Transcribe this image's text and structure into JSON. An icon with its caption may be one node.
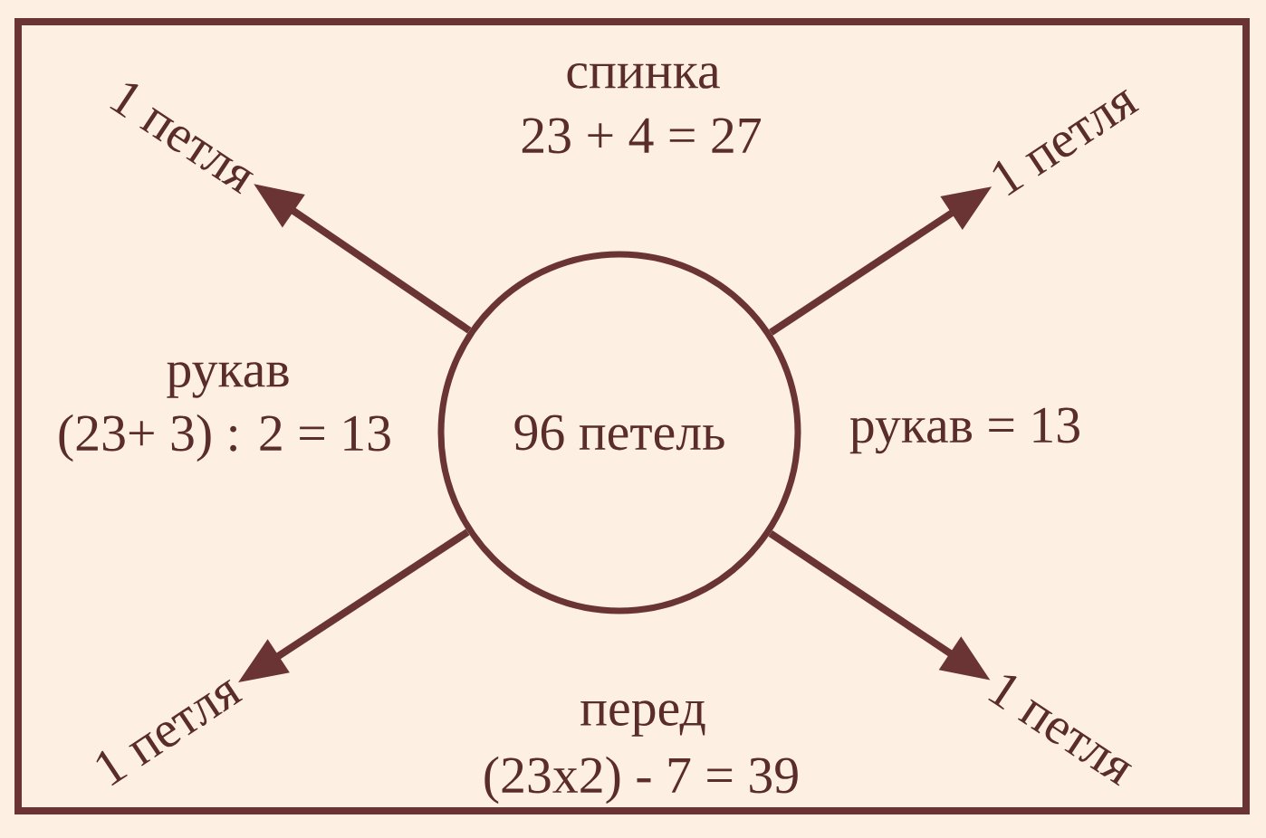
{
  "diagram": {
    "nodes": [
      {
        "text": [
          "1 петля"
        ]
      },
      {
        "text": [
          "1 петля"
        ]
      },
      {
        "text": [
          "96 петель"
        ]
      },
      {
        "text": [
          "1 петля"
        ]
      },
      {
        "text": [
          "1 петля"
        ]
      }
    ],
    "edges": [
      {
        "from": 2,
        "to": 0,
        "arrow": "to"
      },
      {
        "from": 2,
        "to": 1,
        "arrow": "to"
      },
      {
        "from": 2,
        "to": 3,
        "arrow": "to"
      },
      {
        "from": 2,
        "to": 4,
        "arrow": "to"
      }
    ],
    "labels": [
      "спинка",
      "23 + 4 = 27",
      "рукав",
      "(23+ 3) : 2 = 13",
      "рукав = 13",
      "перед",
      "(23x2) - 7 = 39"
    ]
  }
}
